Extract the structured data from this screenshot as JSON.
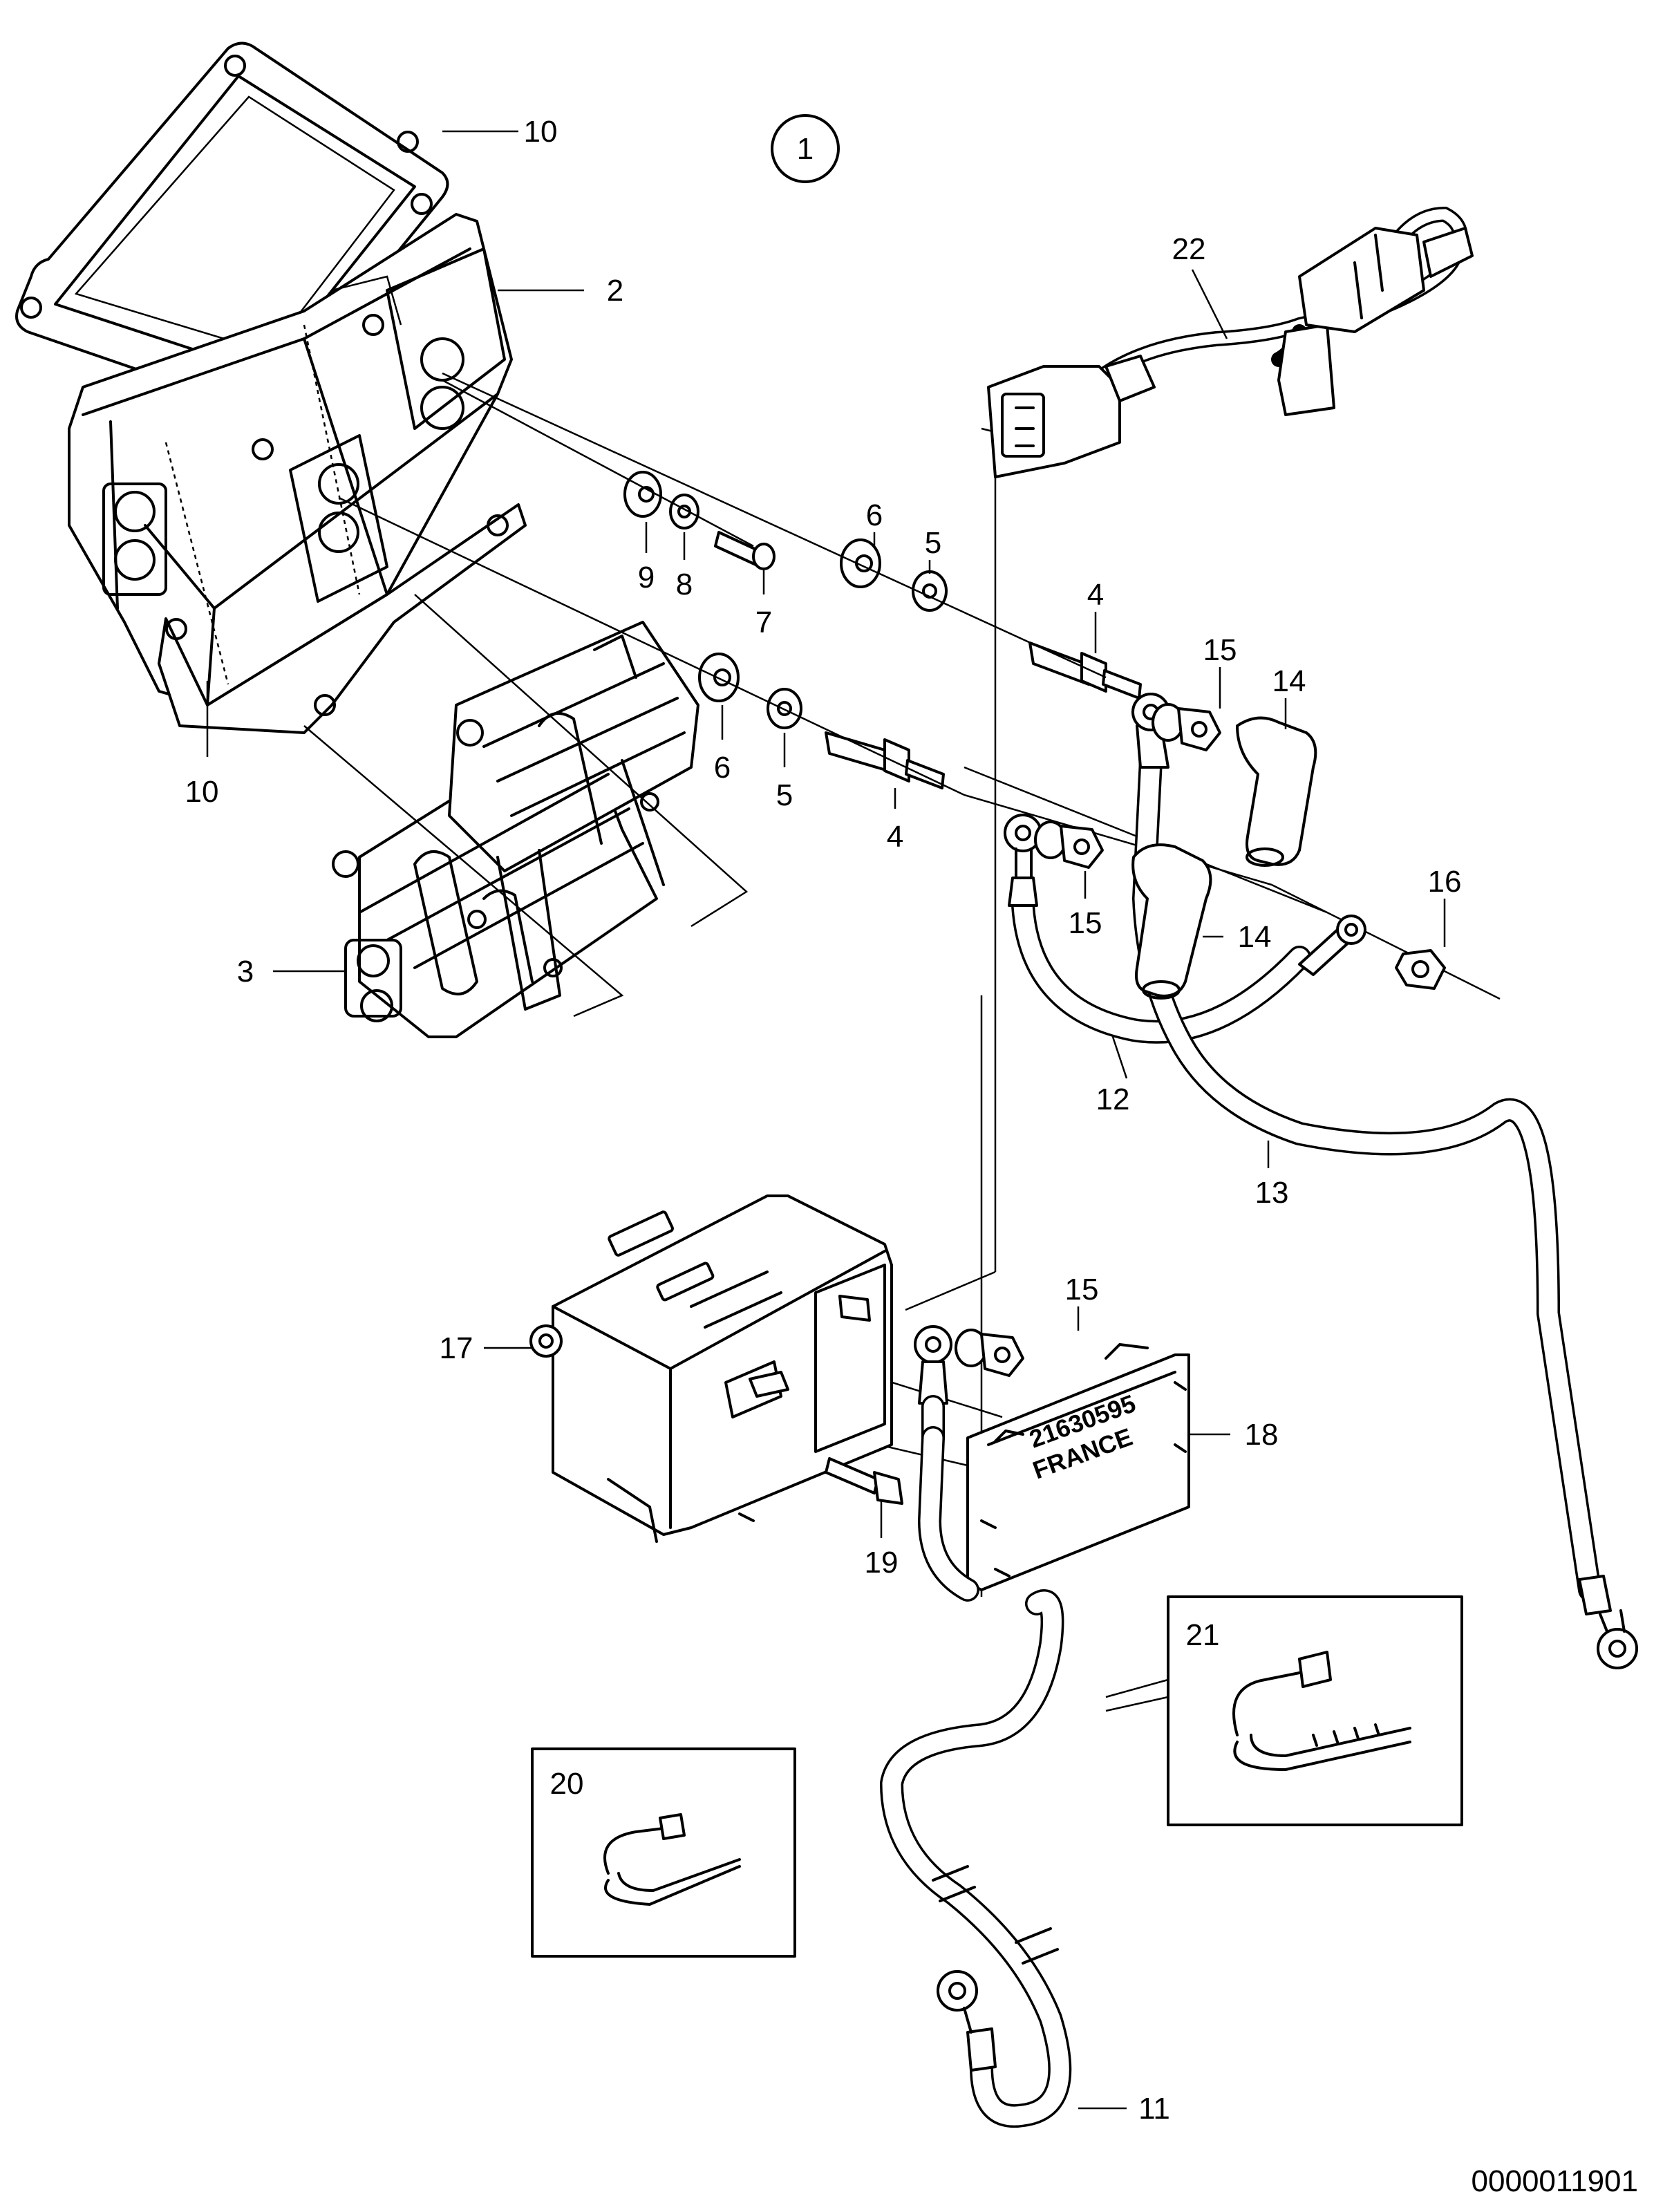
{
  "diagram": {
    "view_number": "1",
    "drawing_number": "0000011901",
    "callouts": [
      {
        "id": "10-top",
        "text": "10"
      },
      {
        "id": "2",
        "text": "2"
      },
      {
        "id": "10-bottom",
        "text": "10"
      },
      {
        "id": "3",
        "text": "3"
      },
      {
        "id": "9",
        "text": "9"
      },
      {
        "id": "8",
        "text": "8"
      },
      {
        "id": "7",
        "text": "7"
      },
      {
        "id": "6-top",
        "text": "6"
      },
      {
        "id": "5-top",
        "text": "5"
      },
      {
        "id": "6-bottom",
        "text": "6"
      },
      {
        "id": "5-bottom",
        "text": "5"
      },
      {
        "id": "4-top",
        "text": "4"
      },
      {
        "id": "4-bottom",
        "text": "4"
      },
      {
        "id": "15-top",
        "text": "15"
      },
      {
        "id": "14-top",
        "text": "14"
      },
      {
        "id": "15-mid",
        "text": "15"
      },
      {
        "id": "14-mid",
        "text": "14"
      },
      {
        "id": "16",
        "text": "16"
      },
      {
        "id": "12",
        "text": "12"
      },
      {
        "id": "13",
        "text": "13"
      },
      {
        "id": "22",
        "text": "22"
      },
      {
        "id": "17",
        "text": "17"
      },
      {
        "id": "15-bottom",
        "text": "15"
      },
      {
        "id": "18",
        "text": "18"
      },
      {
        "id": "19",
        "text": "19"
      },
      {
        "id": "21",
        "text": "21"
      },
      {
        "id": "20",
        "text": "20"
      },
      {
        "id": "11",
        "text": "11"
      }
    ],
    "part_markings": {
      "cover_part_number": "21630595",
      "cover_country": "FRANCE"
    }
  }
}
